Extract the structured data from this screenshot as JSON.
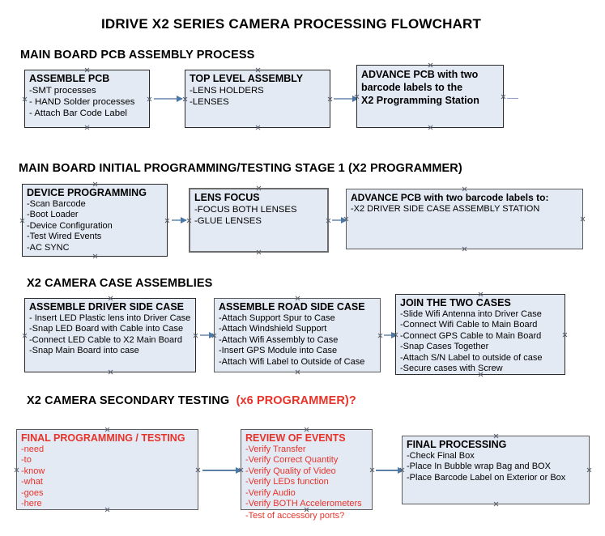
{
  "document": {
    "title": "IDRIVE X2  SERIES CAMERA PROCESSING FLOWCHART"
  },
  "sections": [
    {
      "heading": "MAIN BOARD PCB ASSEMBLY PROCESS",
      "heading_accent": "",
      "boxes": [
        {
          "title": "ASSEMBLE PCB",
          "lines": [
            "-SMT processes",
            "- HAND Solder processes",
            "- Attach Bar Code Label"
          ]
        },
        {
          "title": "TOP LEVEL ASSEMBLY",
          "lines": [
            "-LENS HOLDERS",
            "-LENSES"
          ]
        },
        {
          "title": "ADVANCE PCB with two",
          "lines": [
            "barcode labels to the",
            " X2 Programming Station"
          ]
        }
      ]
    },
    {
      "heading": "MAIN BOARD INITIAL PROGRAMMING/TESTING STAGE 1 (X2 PROGRAMMER)",
      "heading_accent": "",
      "boxes": [
        {
          "title": "DEVICE PROGRAMMING",
          "lines": [
            "-Scan Barcode",
            "-Boot Loader",
            "-Device Configuration",
            "-Test Wired Events",
            "-AC SYNC"
          ]
        },
        {
          "title": "LENS FOCUS",
          "lines": [
            "-FOCUS BOTH LENSES",
            "-GLUE LENSES"
          ]
        },
        {
          "title": "ADVANCE PCB with two barcode labels to:",
          "lines": [
            "-X2 DRIVER  SIDE  CASE  ASSEMBLY STATION"
          ]
        }
      ]
    },
    {
      "heading": "X2 CAMERA CASE ASSEMBLIES",
      "heading_accent": "",
      "boxes": [
        {
          "title": "ASSEMBLE DRIVER SIDE CASE",
          "lines": [
            "- Insert LED Plastic lens into Driver Case",
            "-Snap LED Board with Cable into Case",
            "-Connect LED Cable to X2 Main Board",
            "-Snap Main Board into case"
          ]
        },
        {
          "title": "ASSEMBLE ROAD SIDE CASE",
          "lines": [
            "-Attach Support Spur to Case",
            "-Attach Windshield Support",
            "-Attach Wifi Assembly to Case",
            "-Insert GPS Module into Case",
            "-Attach Wifi Label to Outside of Case"
          ]
        },
        {
          "title": "JOIN THE TWO CASES",
          "lines": [
            "-Slide Wifi Antenna into Driver Case",
            "-Connect Wifi Cable to Main Board",
            "-Connect GPS Cable to Main Board",
            "-Snap Cases Together",
            "-Attach S/N Label to outside of case",
            "-Secure cases with Screw"
          ]
        }
      ]
    },
    {
      "heading": "X2 CAMERA SECONDARY TESTING",
      "heading_accent": "(x6 PROGRAMMER)?",
      "boxes": [
        {
          "title": "FINAL PROGRAMMING / TESTING",
          "lines": [
            "-need",
            "-to",
            "-know",
            "-what",
            "-goes",
            "-here"
          ]
        },
        {
          "title": "REVIEW OF EVENTS",
          "lines": [
            "-Verify Transfer",
            "-Verify Correct Quantity",
            "-Verify Quality of Video",
            "-Verify LEDs function",
            "-Verify Audio",
            "-Verify BOTH Accelerometers"
          ],
          "overflow_line": "-Test of accessory ports?"
        },
        {
          "title": "FINAL PROCESSING",
          "lines": [
            " -Check Final Box",
            "-Place In Bubble wrap Bag and BOX",
            "-Place Barcode Label on Exterior or Box"
          ]
        }
      ]
    }
  ],
  "colors": {
    "box_fill": "#e4eaf4",
    "box_border": "#2a2a2a",
    "accent_red": "#e8332a",
    "arrow": "#8ba4bf",
    "text": "#000000"
  }
}
